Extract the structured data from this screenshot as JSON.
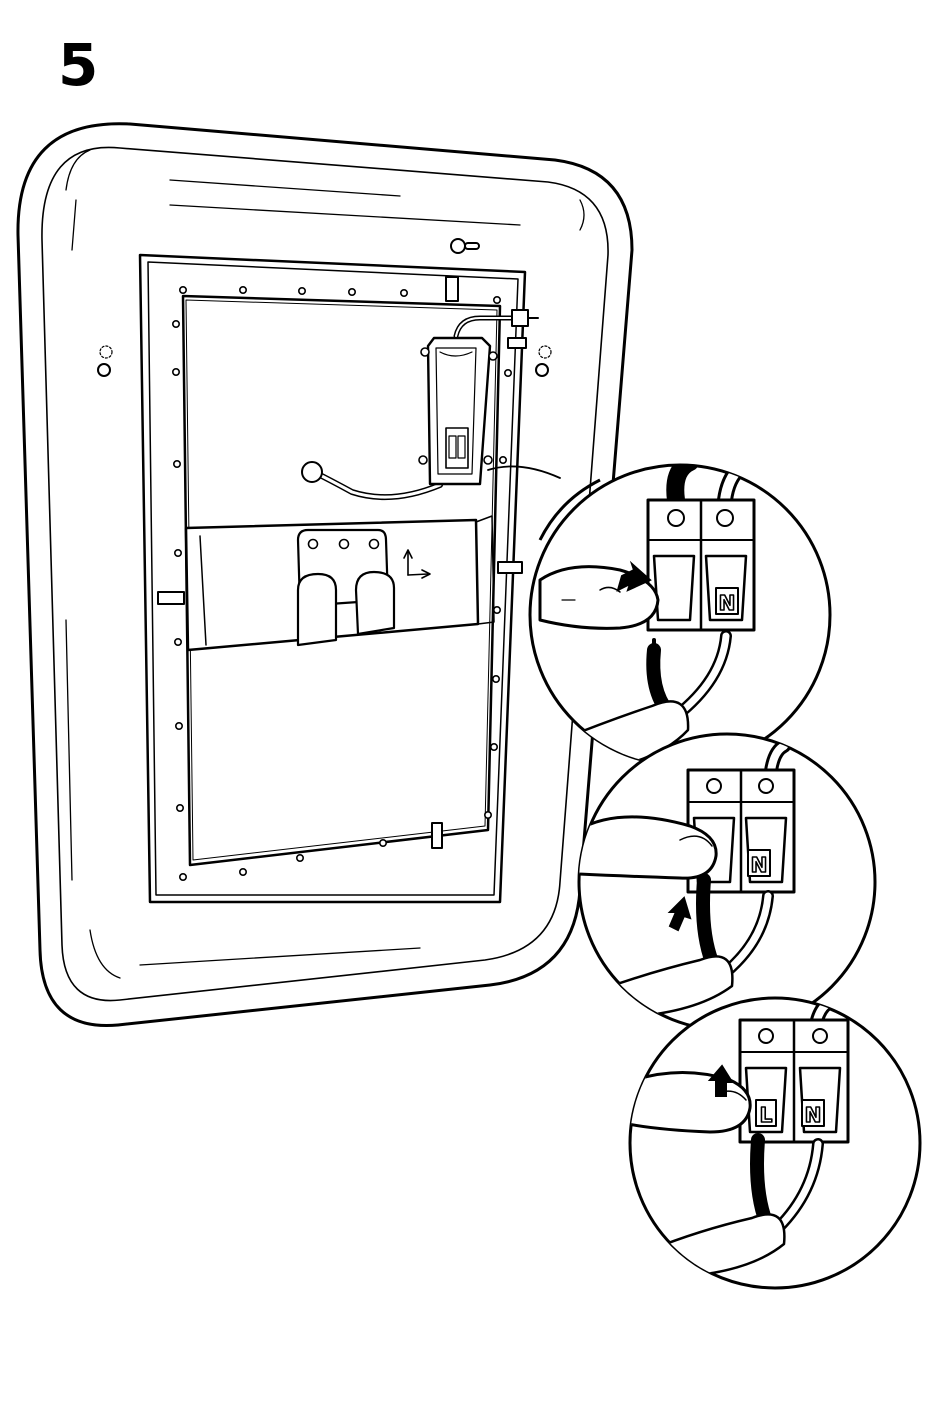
{
  "step": {
    "number": "5"
  },
  "colors": {
    "ink": "#000000",
    "paper": "#ffffff",
    "shade": "#e6e6e6"
  },
  "panel": {
    "type": "rounded-square-ceiling-lamp-base",
    "view": "back-with-mounting-plate"
  },
  "terminal": {
    "live_label": "L",
    "neutral_label": "N"
  },
  "details": [
    {
      "name": "detail-1",
      "action": "press-terminal-lever",
      "arrow": "right"
    },
    {
      "name": "detail-2",
      "action": "insert-wire",
      "arrow": "up"
    },
    {
      "name": "detail-3",
      "action": "release-lever",
      "arrow": "up"
    }
  ],
  "icons": [
    "keyhole-icon",
    "screw-hole-icon",
    "direction-arrow-icon",
    "press-arrow-icon",
    "insert-arrow-icon"
  ]
}
